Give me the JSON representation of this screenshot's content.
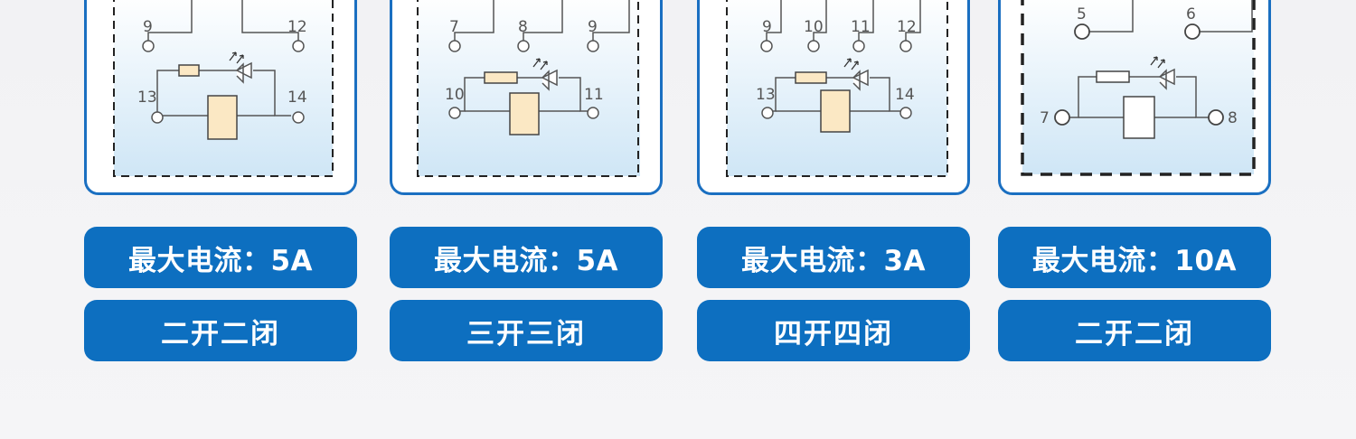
{
  "relays": [
    {
      "current_label": "最大电流：5A",
      "contact_label": "二开二闭",
      "pins_top": [
        "9",
        "12"
      ],
      "coil_pins": [
        "13",
        "14"
      ]
    },
    {
      "current_label": "最大电流：5A",
      "contact_label": "三开三闭",
      "pins_top": [
        "7",
        "8",
        "9"
      ],
      "coil_pins": [
        "10",
        "11"
      ]
    },
    {
      "current_label": "最大电流：3A",
      "contact_label": "四开四闭",
      "pins_top": [
        "9",
        "10",
        "11",
        "12"
      ],
      "coil_pins": [
        "13",
        "14"
      ]
    },
    {
      "current_label": "最大电流：10A",
      "contact_label": "二开二闭",
      "pins_top": [
        "5",
        "6"
      ],
      "coil_pins": [
        "7",
        "8"
      ]
    }
  ],
  "colors": {
    "card_border": "#1a6fc1",
    "pill_bg": "#0d6fc0",
    "pill_text": "#ffffff",
    "coil_fill": "#fbe8c4",
    "diagram_bg_bottom": "#cfe6f6"
  }
}
